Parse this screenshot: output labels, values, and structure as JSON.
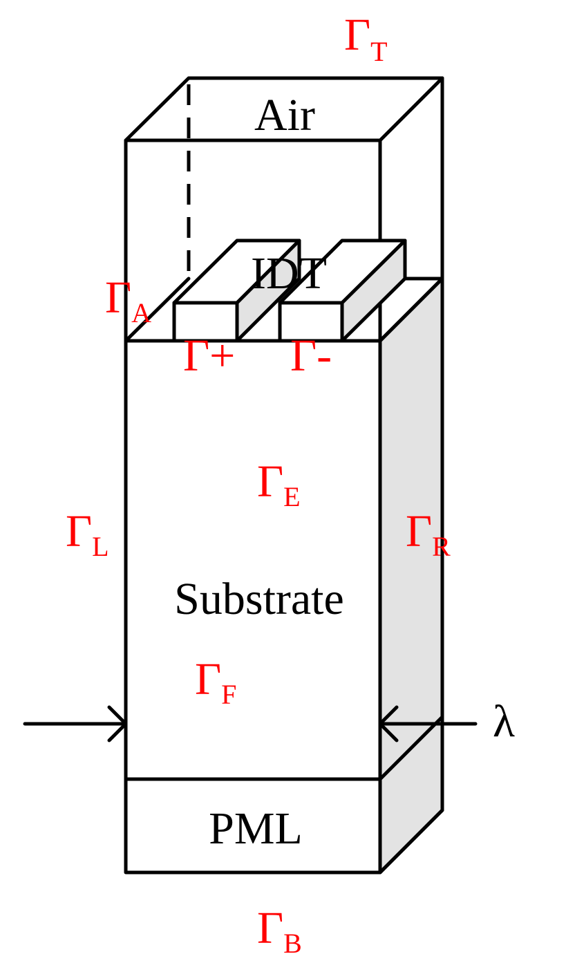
{
  "regions": {
    "air": "Air",
    "idt": "IDT",
    "substrate": "Substrate",
    "pml": "PML"
  },
  "boundaries": {
    "top": {
      "symbol": "Γ",
      "subscript": "T"
    },
    "a": {
      "symbol": "Γ",
      "subscript": "A"
    },
    "plus": {
      "symbol": "Γ+"
    },
    "minus": {
      "symbol": "Γ-"
    },
    "e": {
      "symbol": "Γ",
      "subscript": "E"
    },
    "left": {
      "symbol": "Γ",
      "subscript": "L"
    },
    "right": {
      "symbol": "Γ",
      "subscript": "R"
    },
    "f": {
      "symbol": "Γ",
      "subscript": "F"
    },
    "bottom": {
      "symbol": "Γ",
      "subscript": "B"
    }
  },
  "dimension": {
    "label": "λ"
  },
  "colors": {
    "boundary_label": "#ff0000",
    "shaded_face": "#e3e3e3",
    "line": "#000000"
  }
}
